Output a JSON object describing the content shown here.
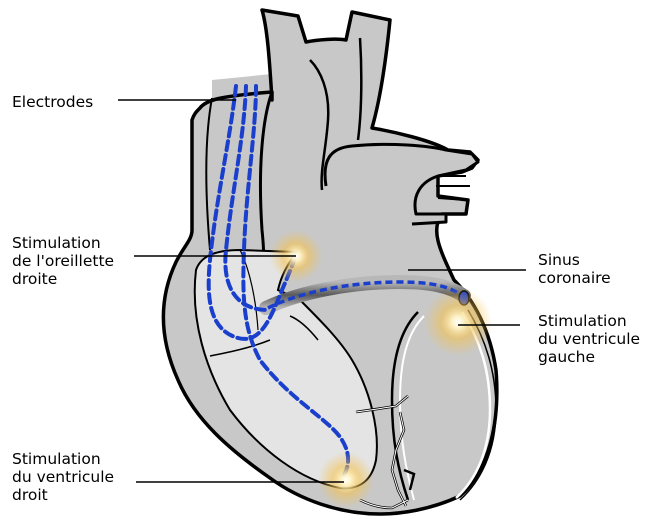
{
  "labels": {
    "electrodes": [
      "Electrodes"
    ],
    "right_atrium": [
      "Stimulation",
      "de l'oreillette",
      "droite"
    ],
    "coronary_sinus": [
      "Sinus",
      "coronaire"
    ],
    "left_ventricle": [
      "Stimulation",
      "du ventricule",
      "gauche"
    ],
    "right_ventricle": [
      "Stimulation",
      "du ventricule",
      "droit"
    ]
  },
  "colors": {
    "heart_fill": "#c8c8c8",
    "chamber_fill": "#e4e4e4",
    "outline": "#000000",
    "electrode": "#1a3fcc",
    "glow": "#f5c14a"
  }
}
